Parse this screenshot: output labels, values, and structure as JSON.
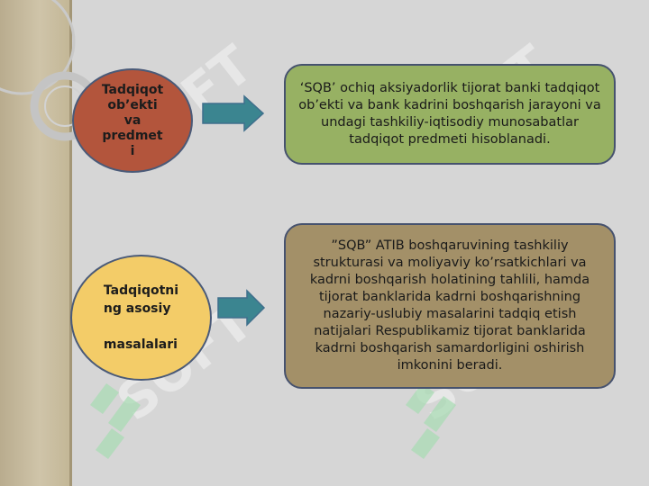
{
  "nodes": [
    {
      "id": "topic",
      "label": "Tadqiqot\nob’ekti\nva\npredmet\ni"
    },
    {
      "id": "tasks",
      "label": "Tadqiqotni\nng   asosiy\n\nmasalalari"
    }
  ],
  "boxes": [
    {
      "id": "desc1",
      "text": "‘SQB’ ochiq aksiyadorlik tijorat banki tadqiqot ob’ekti va bank kadrini boshqarish jarayoni va undagi tashkiliy-iqtisodiy munosabatlar tadqiqot predmeti hisoblanadi."
    },
    {
      "id": "desc2",
      "text": "”SQB” ATIB boshqaruvining tashkiliy strukturasi va moliyaviy ko’rsatkichlari va kadrni boshqarish holatining tahlili, hamda tijorat banklarida kadrni boshqarishning nazariy-uslubiy masalarini tadqiq etish natijalari Respublikamiz tijorat banklarida kadrni boshqarish samardorligini oshirish imkonini beradi."
    }
  ],
  "edges": [
    {
      "from": "topic",
      "to": "desc1"
    },
    {
      "from": "tasks",
      "to": "desc2"
    }
  ],
  "colors": {
    "circle_top": "#b3553c",
    "circle_bottom": "#f3cc68",
    "box_top": "#97b163",
    "box_bottom": "#a39068",
    "arrow": "#3b8590",
    "border": "#46526e"
  }
}
